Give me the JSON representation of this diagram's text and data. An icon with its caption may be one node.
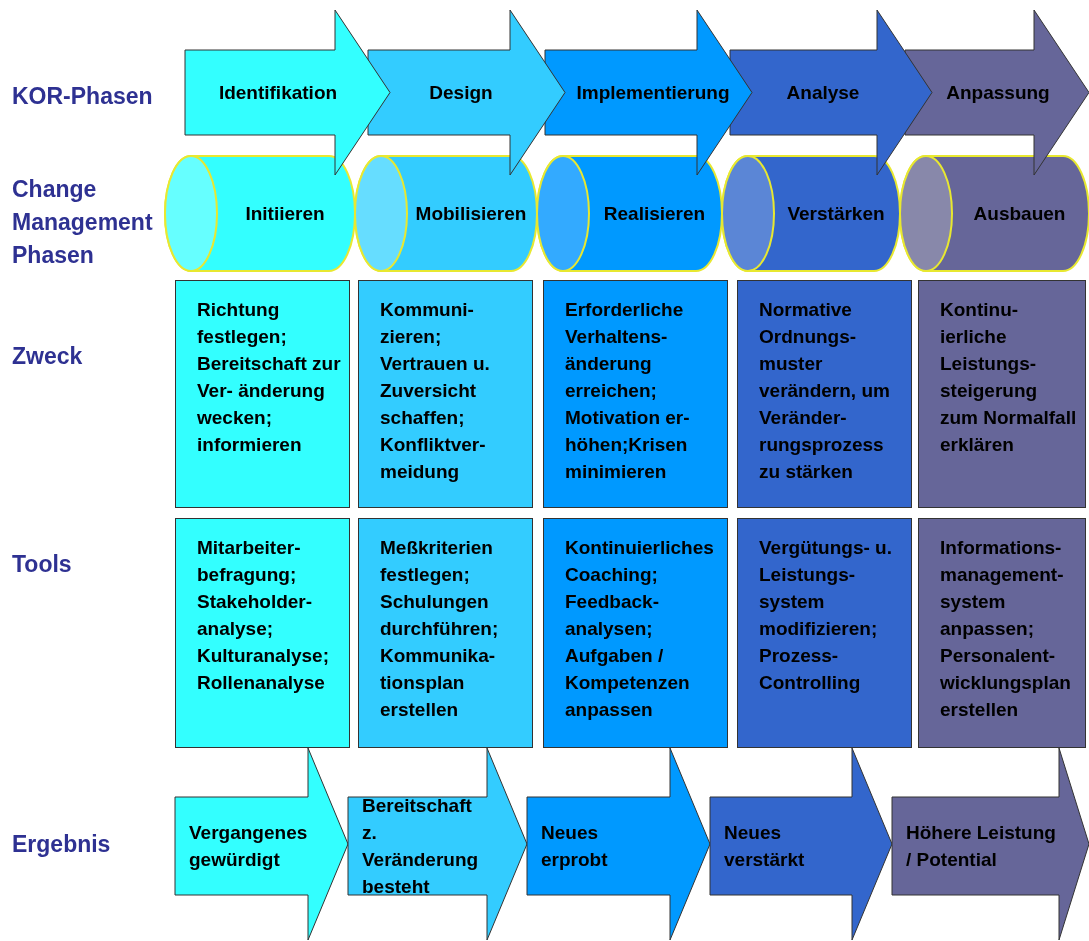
{
  "diagram": {
    "nodes": [
      {
        "text": [
          "Identifikation"
        ]
      },
      {
        "text": [
          "Design"
        ]
      },
      {
        "text": [
          "Implementierung"
        ]
      },
      {
        "text": [
          "Analyse"
        ]
      },
      {
        "text": [
          "Anpassung"
        ]
      },
      {
        "text": [
          "Initiieren"
        ]
      },
      {
        "text": [
          "Mobilisieren"
        ]
      },
      {
        "text": [
          "Realisieren"
        ]
      },
      {
        "text": [
          "Verstärken"
        ]
      },
      {
        "text": [
          "Ausbauen"
        ]
      },
      {
        "text": [
          "Richtung festlegen; Bereitschaft zur Ver- änderung wecken; informieren"
        ]
      },
      {
        "text": [
          "Kommuni- zieren; Vertrauen u. Zuversicht schaffen; Konfliktver- meidung"
        ]
      },
      {
        "text": [
          "Erforderliche Verhaltens- änderung erreichen; Motivation er- höhen;Krisen minimieren"
        ]
      },
      {
        "text": [
          "Normative Ordnungs- muster verändern, um Veränder- rungsprozess zu stärken"
        ]
      },
      {
        "text": [
          "Kontinu- ierliche Leistungs- steigerung zum Normalfall erklären"
        ]
      },
      {
        "text": [
          "Mitarbeiter- befragung; Stakeholder- analyse; Kulturanalyse; Rollenanalyse"
        ]
      },
      {
        "text": [
          "Meßkriterien festlegen; Schulungen durchführen; Kommunika- tionsplan erstellen"
        ]
      },
      {
        "text": [
          "Kontinuierliches Coaching; Feedback- analysen; Aufgaben / Kompetenzen anpassen"
        ]
      },
      {
        "text": [
          "Vergütungs- u. Leistungs- system modifizieren; Prozess- Controlling"
        ]
      },
      {
        "text": [
          "Informations- management- system anpassen; Personalent- wicklungsplan erstellen"
        ]
      },
      {
        "text": [
          "Vergangenes gewürdigt"
        ]
      },
      {
        "text": [
          "Bereitschaft z. Veränderung besteht"
        ]
      },
      {
        "text": [
          "Neues erprobt"
        ]
      },
      {
        "text": [
          "Neues verstärkt"
        ]
      },
      {
        "text": [
          "Höhere Leistung / Potential"
        ]
      }
    ],
    "edges": [],
    "labels": [
      "KOR-Phasen",
      "Change Management Phasen",
      "Zweck",
      "Tools",
      "Ergebnis"
    ]
  }
}
